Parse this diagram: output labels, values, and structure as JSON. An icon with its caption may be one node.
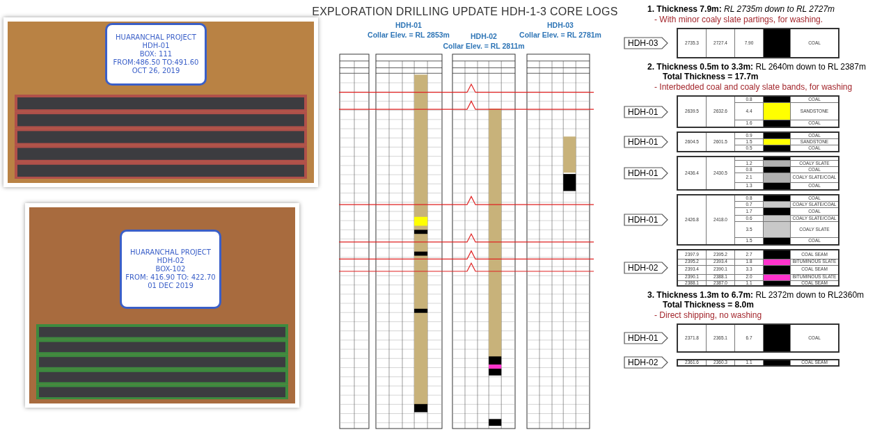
{
  "diagram": {
    "title": "EXPLORATION DRILLING UPDATE HDH-1-3 CORE LOGS",
    "nodes": [
      {
        "text": [
          "HDH-03"
        ]
      },
      {
        "text": [
          "HDH-01"
        ]
      },
      {
        "text": [
          "HDH-01"
        ]
      },
      {
        "text": [
          "HDH-01"
        ]
      },
      {
        "text": [
          "HDH-01"
        ]
      },
      {
        "text": [
          "HDH-02"
        ]
      },
      {
        "text": [
          "HDH-01"
        ]
      },
      {
        "text": [
          "HDH-02"
        ]
      }
    ],
    "labels": [
      "HUARANCHAL PROJECT",
      "HDH-01",
      "BOX: 111",
      "FROM:486.50 TO:491.60",
      "OCT 26, 2019",
      "HUARANCHAL PROJECT",
      "HDH-02",
      "BOX-102",
      "FROM: 416.90 TO: 422.70",
      "01 DEC 2019",
      "HDH-01",
      "Collar Elev. = RL 2853m",
      "HDH-02",
      "Collar Elev. = RL 2811m",
      "HDH-03",
      "Collar Elev. = RL 2781m",
      "**1. Thickness 7.9m:** *RL 2735m down to  RL 2727m*",
      "- With minor coaly slate partings, for washing.",
      "2735.3",
      "2727.4",
      "7.90",
      "COAL",
      "**2. Thickness 0.5m to 3.3m:** RL 2640m down to RL  2387m",
      "Total Thickness = 17.7m",
      "- Interbedded coal and coaly slate bands, for washing",
      "2639.5",
      "2632.6",
      "0.8",
      "COAL",
      "4.4",
      "SANDSTONE",
      "1.6",
      "COAL",
      "2604.5",
      "2601.5",
      "0.9",
      "COAL",
      "1.5",
      "SANDSTONE",
      "0.5",
      "COAL",
      "2436.4",
      "2430.5",
      "1.2",
      "COALY SLATE",
      "0.8",
      "COAL",
      "2.1",
      "COALY SLATE/COAL",
      "1.3",
      "COAL",
      "2426.8",
      "2418.0",
      "0.8",
      "COAL",
      "0.7",
      "COALY SLATE/COAL",
      "1.7",
      "COAL",
      "0.6",
      "COALY SLATE/COAL",
      "3.5",
      "COALY SLATE",
      "1.5",
      "COAL",
      "2397.9",
      "2395.2",
      "2.7",
      "COAL SEAM",
      "2395.2",
      "2393.4",
      "1.8",
      "BITUMINOUS SLATE",
      "2393.4",
      "2390.1",
      "3.3",
      "COAL SEAM",
      "2390.1",
      "2388.1",
      "2.0",
      "BITUMINOUS SLATE",
      "2388.1",
      "2387.0",
      "1.1",
      "COAL SEAM",
      "**3. Thickness 1.3m to 6.7m:** RL 2372m down to RL2360m",
      "Total Thickness = 8.0m",
      "- Direct shipping, no washing",
      "2371.8",
      "2365.1",
      "6.7",
      "COAL",
      "2361.6",
      "2360.3",
      "1.1",
      "COAL SEAM"
    ]
  }
}
